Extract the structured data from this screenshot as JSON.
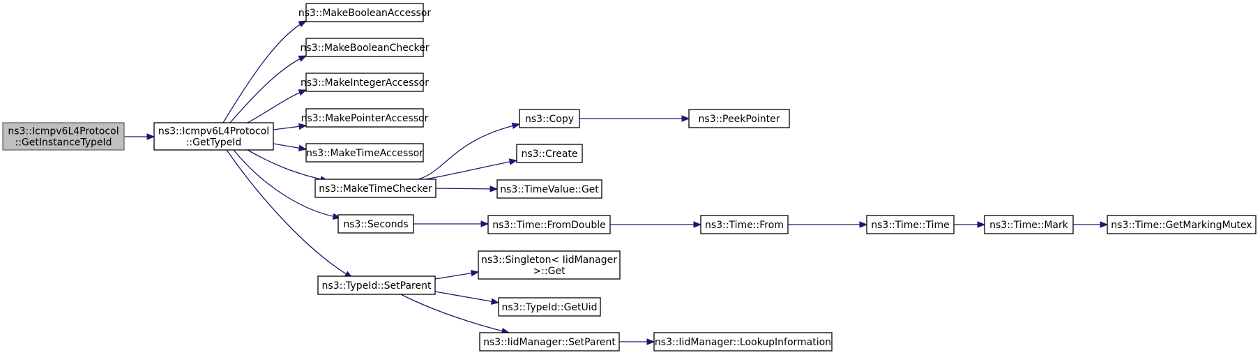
{
  "diagram": {
    "nodes": [
      {
        "id": "n0",
        "lines": [
          "ns3::Icmpv6L4Protocol",
          "::GetInstanceTypeId"
        ]
      },
      {
        "id": "n1",
        "lines": [
          "ns3::Icmpv6L4Protocol",
          "::GetTypeId"
        ]
      },
      {
        "id": "n2",
        "lines": [
          "ns3::MakeBooleanAccessor"
        ]
      },
      {
        "id": "n3",
        "lines": [
          "ns3::MakeBooleanChecker"
        ]
      },
      {
        "id": "n4",
        "lines": [
          "ns3::MakeIntegerAccessor"
        ]
      },
      {
        "id": "n5",
        "lines": [
          "ns3::MakePointerAccessor"
        ]
      },
      {
        "id": "n6",
        "lines": [
          "ns3::MakeTimeAccessor"
        ]
      },
      {
        "id": "n7",
        "lines": [
          "ns3::MakeTimeChecker"
        ]
      },
      {
        "id": "n8",
        "lines": [
          "ns3::Seconds"
        ]
      },
      {
        "id": "n9",
        "lines": [
          "ns3::TypeId::SetParent"
        ]
      },
      {
        "id": "n10",
        "lines": [
          "ns3::Copy"
        ]
      },
      {
        "id": "n11",
        "lines": [
          "ns3::Create"
        ]
      },
      {
        "id": "n12",
        "lines": [
          "ns3::TimeValue::Get"
        ]
      },
      {
        "id": "n13",
        "lines": [
          "ns3::PeekPointer"
        ]
      },
      {
        "id": "n14",
        "lines": [
          "ns3::Time::FromDouble"
        ]
      },
      {
        "id": "n15",
        "lines": [
          "ns3::Time::From"
        ]
      },
      {
        "id": "n16",
        "lines": [
          "ns3::Time::Time"
        ]
      },
      {
        "id": "n17",
        "lines": [
          "ns3::Time::Mark"
        ]
      },
      {
        "id": "n18",
        "lines": [
          "ns3::Time::GetMarkingMutex"
        ]
      },
      {
        "id": "n19",
        "lines": [
          "ns3::Singleton< IidManager",
          " >::Get"
        ]
      },
      {
        "id": "n20",
        "lines": [
          "ns3::TypeId::GetUid"
        ]
      },
      {
        "id": "n21",
        "lines": [
          "ns3::IidManager::SetParent"
        ]
      },
      {
        "id": "n22",
        "lines": [
          "ns3::IidManager::LookupInformation"
        ]
      }
    ],
    "edges": [
      [
        "n0",
        "n1"
      ],
      [
        "n1",
        "n2"
      ],
      [
        "n1",
        "n3"
      ],
      [
        "n1",
        "n4"
      ],
      [
        "n1",
        "n5"
      ],
      [
        "n1",
        "n6"
      ],
      [
        "n1",
        "n7"
      ],
      [
        "n1",
        "n8"
      ],
      [
        "n1",
        "n9"
      ],
      [
        "n7",
        "n10"
      ],
      [
        "n7",
        "n11"
      ],
      [
        "n7",
        "n12"
      ],
      [
        "n10",
        "n13"
      ],
      [
        "n8",
        "n14"
      ],
      [
        "n14",
        "n15"
      ],
      [
        "n15",
        "n16"
      ],
      [
        "n16",
        "n17"
      ],
      [
        "n17",
        "n18"
      ],
      [
        "n9",
        "n19"
      ],
      [
        "n9",
        "n20"
      ],
      [
        "n9",
        "n21"
      ],
      [
        "n21",
        "n22"
      ]
    ]
  }
}
